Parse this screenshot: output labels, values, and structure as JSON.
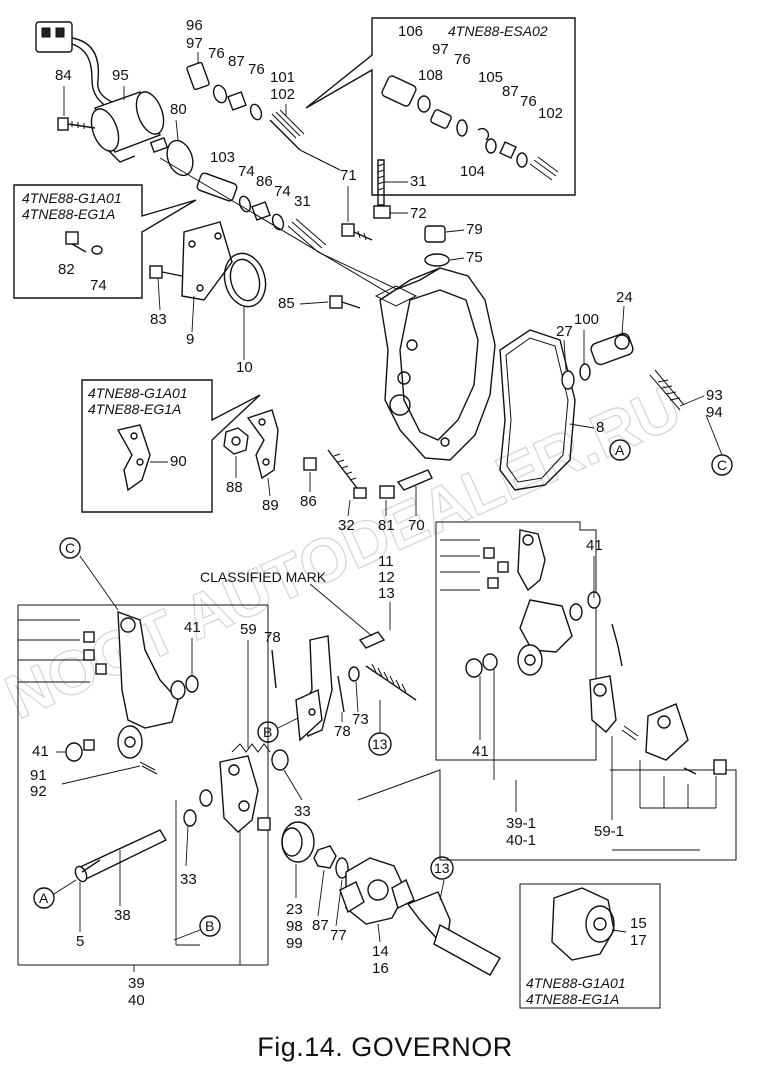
{
  "figure_caption": "Fig.14.  GOVERNOR",
  "watermark_text": "NOGT AUTODEALER.RU",
  "classified_mark": "CLASSIFIED MARK",
  "callout_letters": [
    "A",
    "B",
    "C"
  ],
  "boxes": {
    "esa02": "4TNE88-ESA02",
    "g1a01_small": [
      "4TNE88-G1A01",
      "4TNE88-EG1A"
    ],
    "g1a01_bracket": [
      "4TNE88-G1A01",
      "4TNE88-EG1A"
    ],
    "g1a01_gear": [
      "4TNE88-G1A01",
      "4TNE88-EG1A"
    ]
  },
  "labels": {
    "p96_97": [
      "96",
      "97"
    ],
    "p76a": "76",
    "p87a": "87",
    "p76b": "76",
    "p101_102": [
      "101",
      "102"
    ],
    "p84": "84",
    "p95": "95",
    "p80": "80",
    "p103": "103",
    "p74a": "74",
    "p86a": "86",
    "p74b": "74",
    "p31a": "31",
    "p71": "71",
    "p31b": "31",
    "p72": "72",
    "p79": "79",
    "p75": "75",
    "p106": "106",
    "p108": "108",
    "p97b": "97",
    "p76c": "76",
    "p105": "105",
    "p87b": "87",
    "p76d": "76",
    "p102b": "102",
    "p104": "104",
    "p82": "82",
    "p74c": "74",
    "p83": "83",
    "p9": "9",
    "p10": "10",
    "p85": "85",
    "p24": "24",
    "p27": "27",
    "p100": "100",
    "p93_94": [
      "93",
      "94"
    ],
    "p8": "8",
    "p90": "90",
    "p88": "88",
    "p89": "89",
    "p86b": "86",
    "p32": "32",
    "p81": "81",
    "p70": "70",
    "p11_12_13": [
      "11",
      "12",
      "13"
    ],
    "p41a": "41",
    "p59": "59",
    "p78a": "78",
    "p78b": "78",
    "p73": "73",
    "p13a": "13",
    "p41b": "41",
    "p91_92": [
      "91",
      "92"
    ],
    "p33a": "33",
    "p33b": "33",
    "p38": "38",
    "p5": "5",
    "p23_98_99": [
      "23",
      "98",
      "99"
    ],
    "p87c": "87",
    "p77": "77",
    "p14_16": [
      "14",
      "16"
    ],
    "p13b": "13",
    "p39_40": [
      "39",
      "40"
    ],
    "p41c": "41",
    "p41d": "41",
    "p39_1_40_1": [
      "39-1",
      "40-1"
    ],
    "p59_1": "59-1",
    "p15_17": [
      "15",
      "17"
    ]
  }
}
